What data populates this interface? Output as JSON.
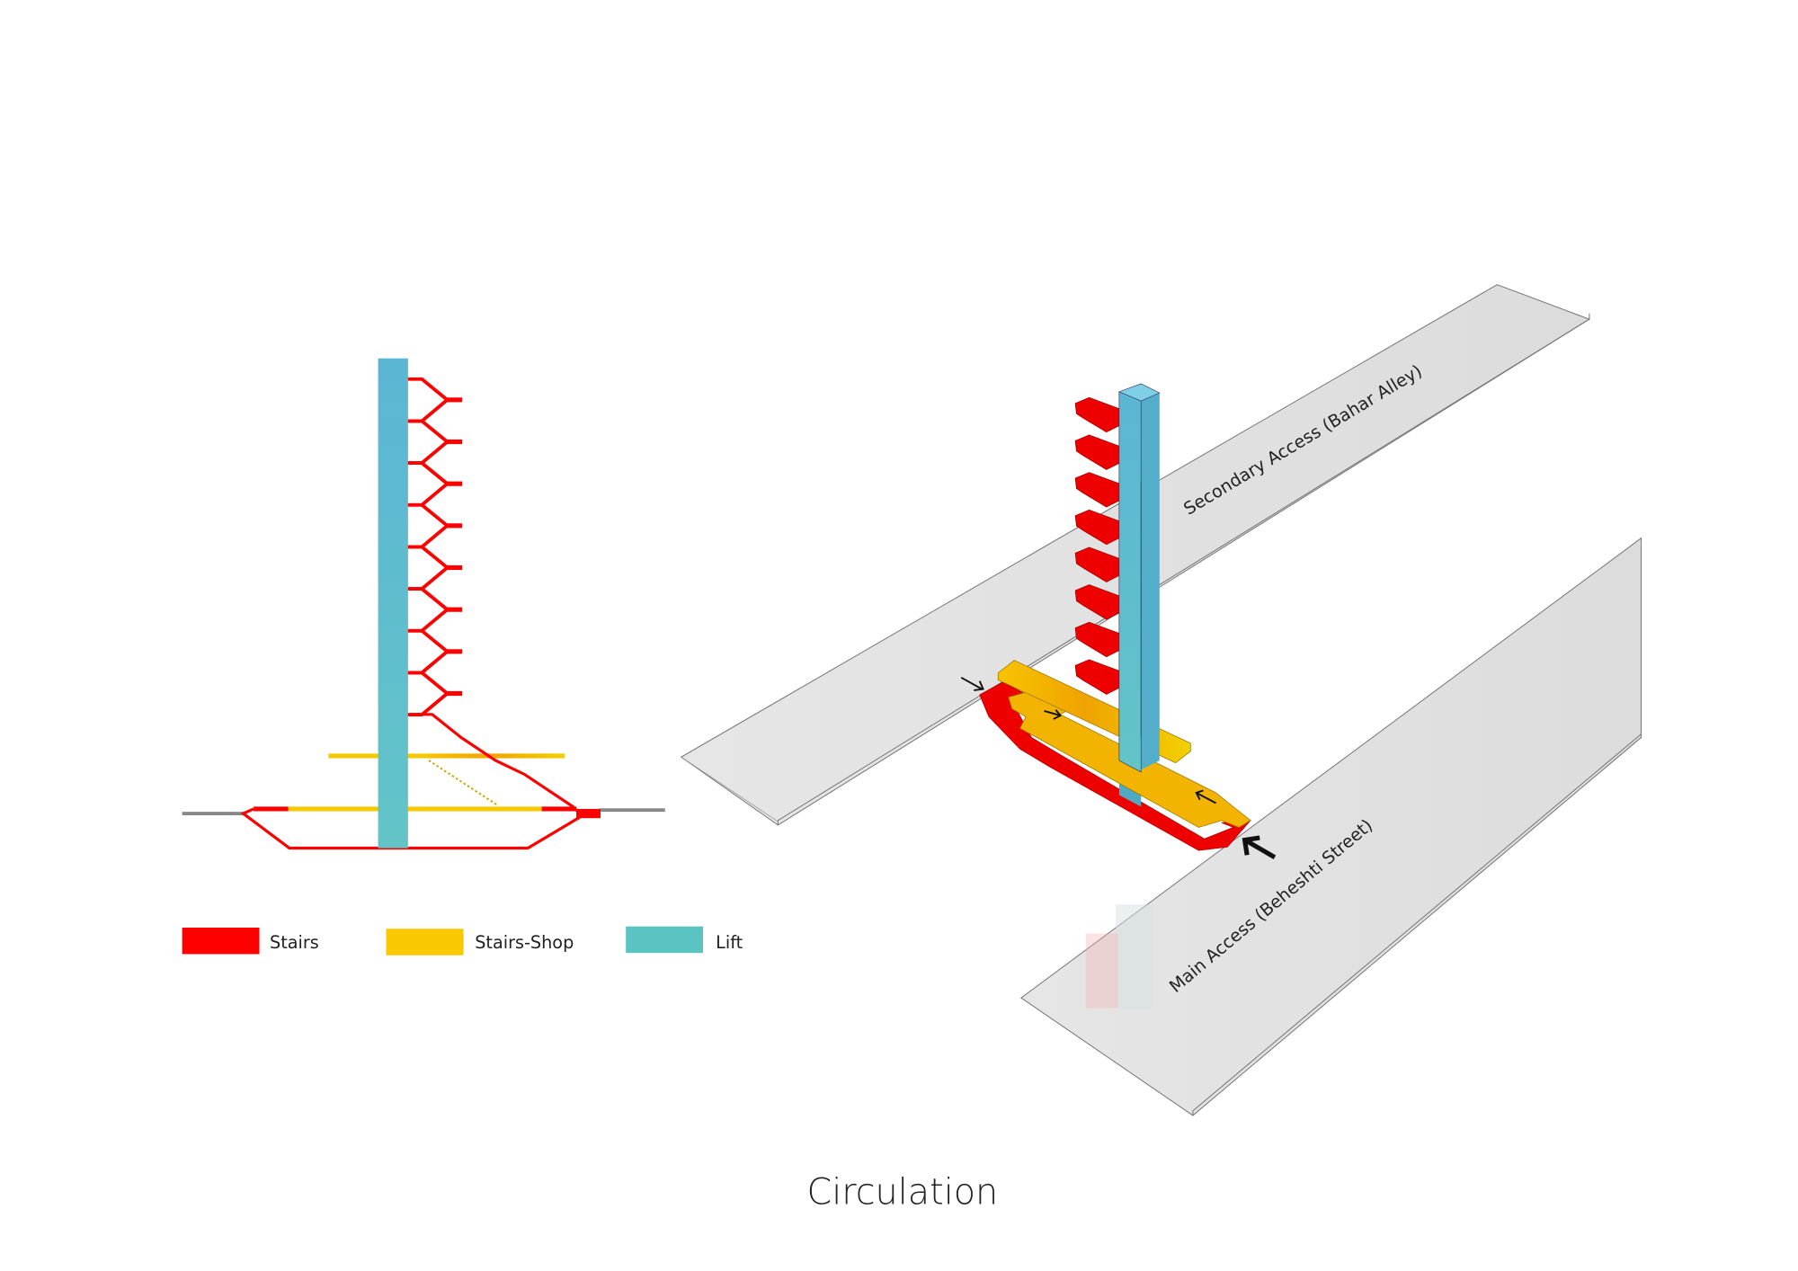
{
  "title": "Circulation",
  "legend": [
    {
      "label": "Stairs",
      "color": "#ff0000"
    },
    {
      "label": "Stairs-Shop",
      "color": "#f9c800"
    },
    {
      "label": "Lift",
      "color": "#5bc3c2"
    }
  ],
  "roads": {
    "secondary": "Secondary Access (Bahar Alley)",
    "main": "Main Access (Beheshti Street)"
  },
  "colors": {
    "stairs": "#ff0000",
    "shop": "#f9c800",
    "lift": "#5bb6d0",
    "road": "#e3e3e3"
  }
}
